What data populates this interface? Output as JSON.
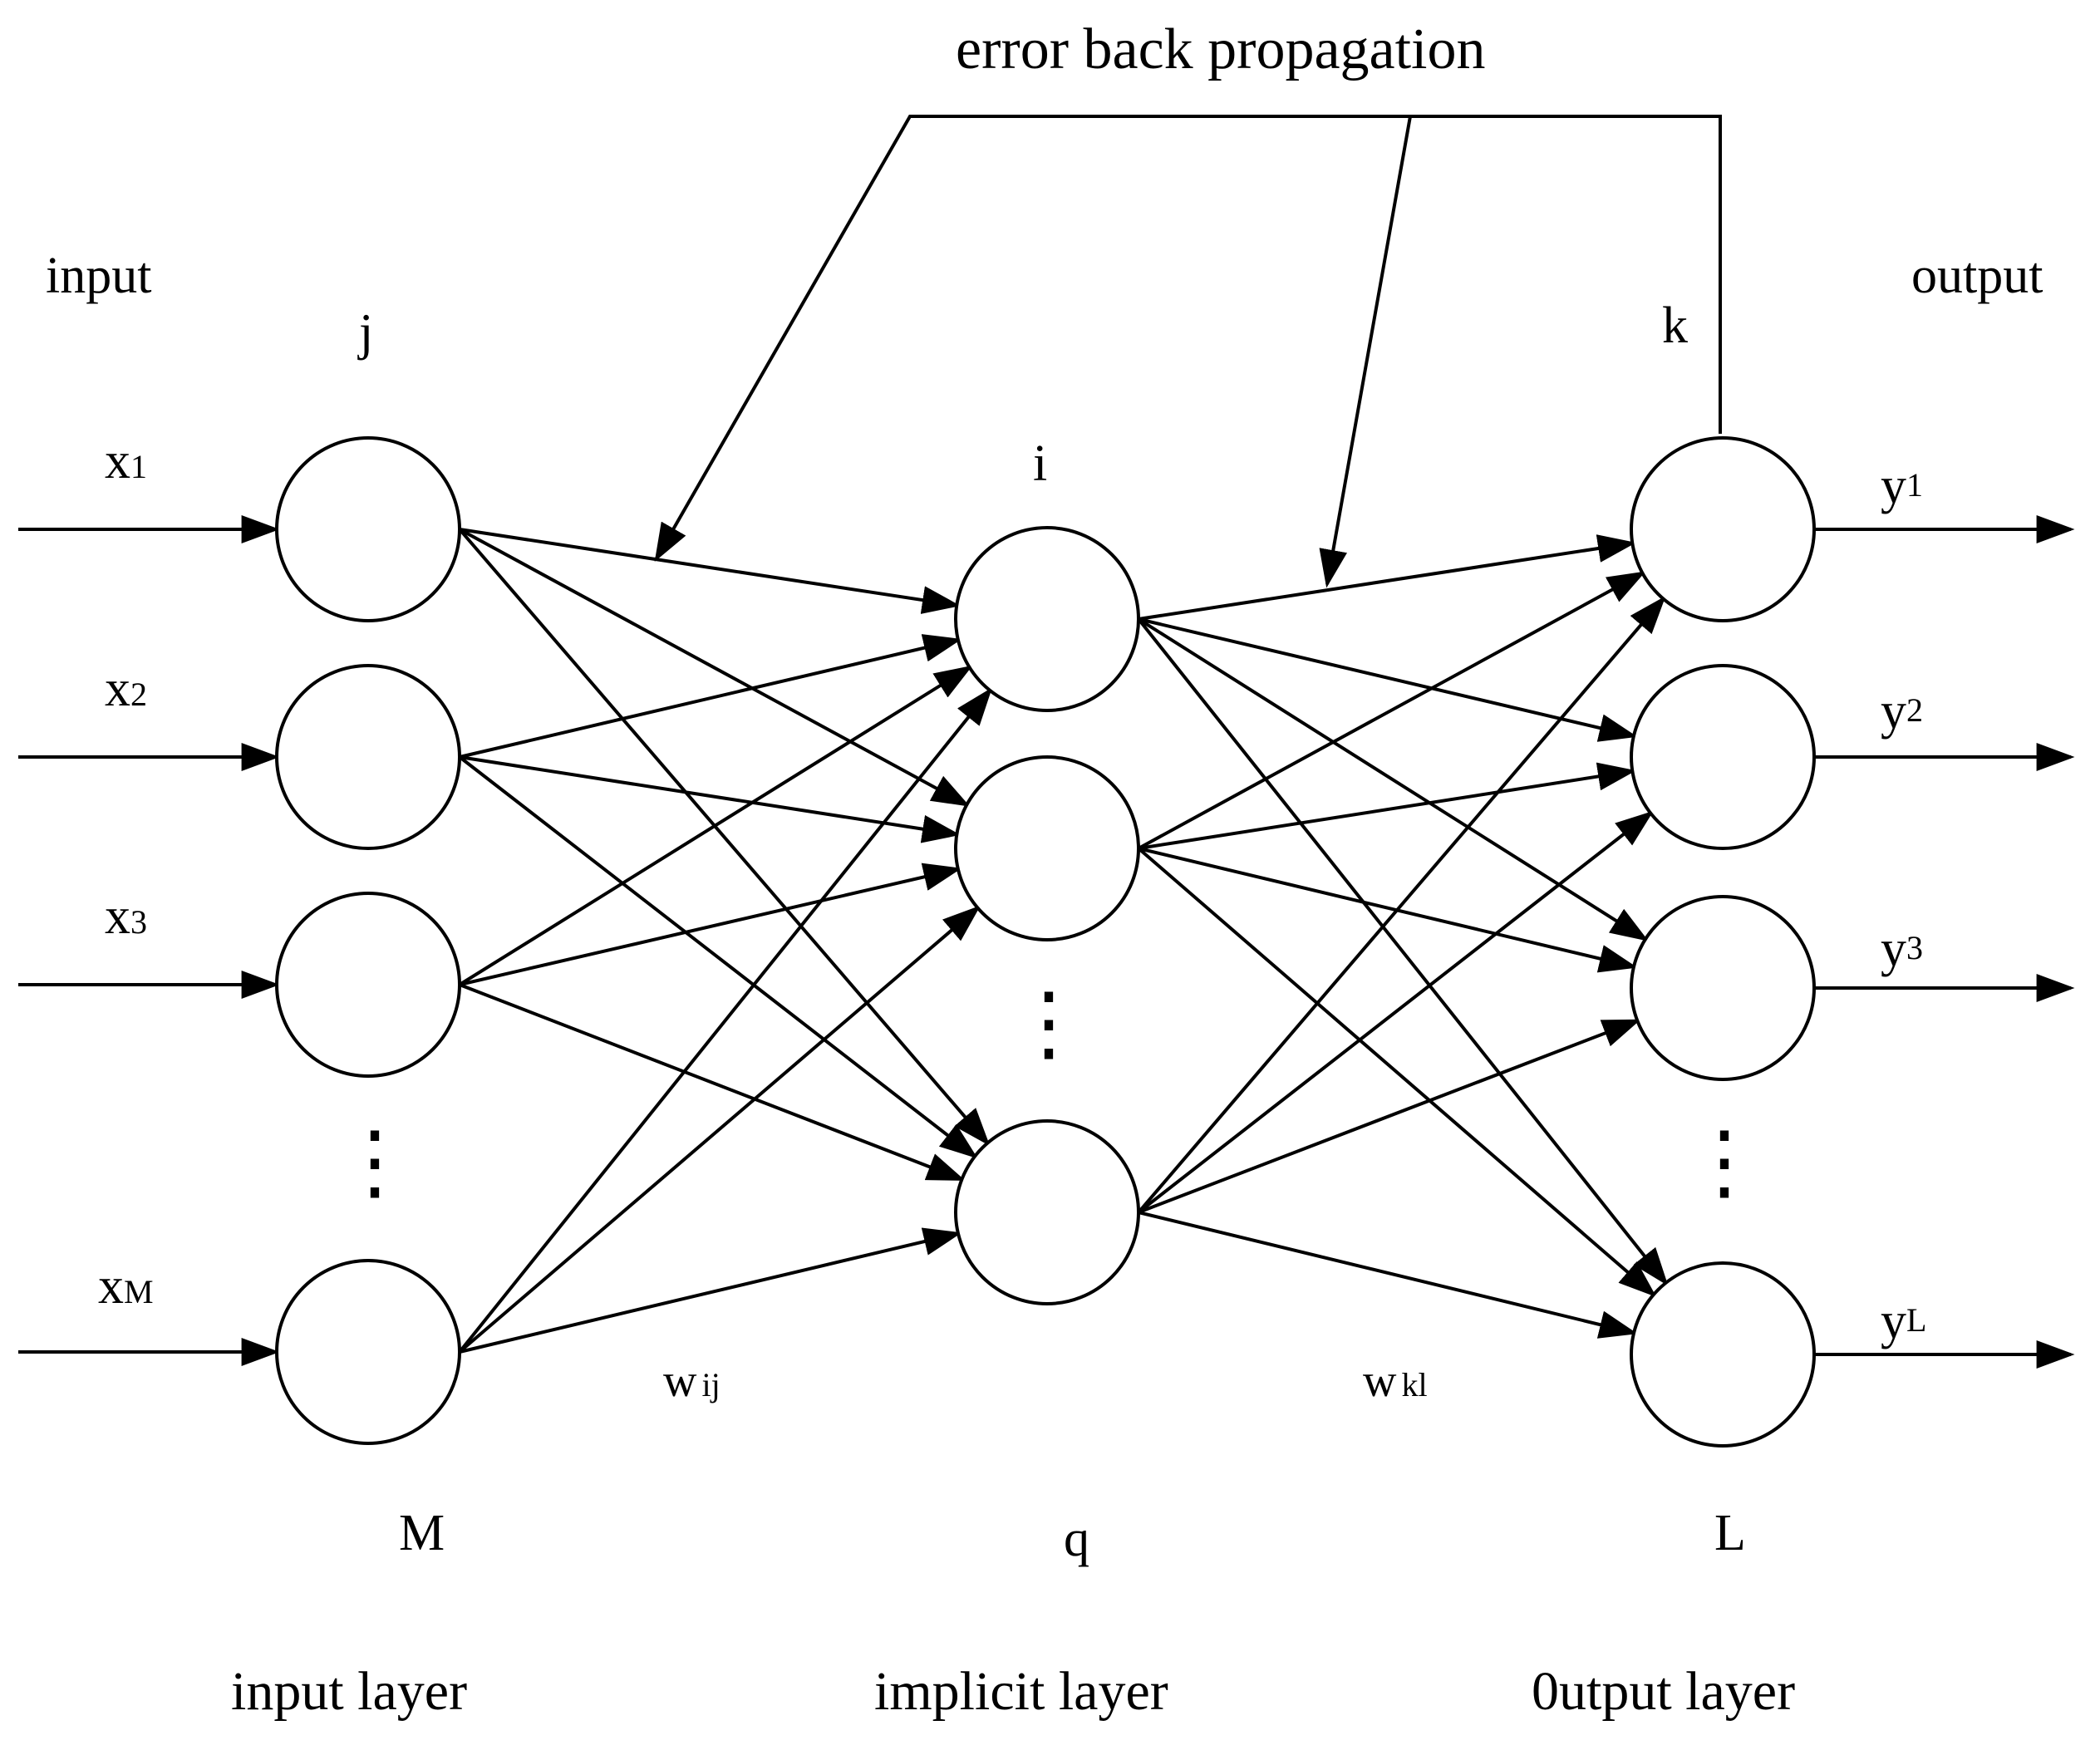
{
  "title": "error back propagation",
  "io": {
    "input": "input",
    "output": "output"
  },
  "layers": {
    "input": {
      "index": "j",
      "count": "M",
      "name": "input layer"
    },
    "implicit": {
      "index": "i",
      "count": "q",
      "name": "implicit layer"
    },
    "output": {
      "index": "k",
      "count": "L",
      "name": "0utput layer"
    }
  },
  "inputs": [
    {
      "base": "x",
      "sub": "1"
    },
    {
      "base": "x",
      "sub": "2"
    },
    {
      "base": "x",
      "sub": "3"
    },
    {
      "base": "x",
      "sub": "M"
    }
  ],
  "outputs": [
    {
      "base": "y",
      "sub": "1"
    },
    {
      "base": "y",
      "sub": "2"
    },
    {
      "base": "y",
      "sub": "3"
    },
    {
      "base": "y",
      "sub": "L"
    }
  ],
  "weights": {
    "input_to_implicit": {
      "base": "w",
      "sub": "ij"
    },
    "implicit_to_output": {
      "base": "w",
      "sub": "kl"
    }
  },
  "ellipsis": "⋮"
}
